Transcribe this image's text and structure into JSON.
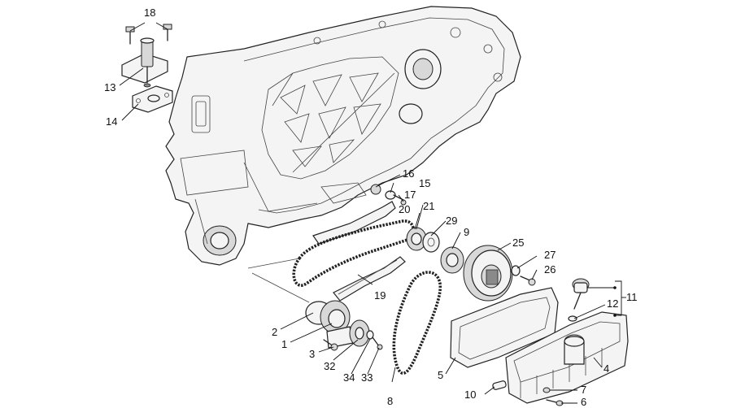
{
  "diagram": {
    "callouts": {
      "c1": "1",
      "c2": "2",
      "c3": "3",
      "c4": "4",
      "c5": "5",
      "c6": "6",
      "c7": "7",
      "c8": "8",
      "c9": "9",
      "c10": "10",
      "c11": "11",
      "c12": "12",
      "c13": "13",
      "c14": "14",
      "c15": "15",
      "c16": "16",
      "c17": "17",
      "c18": "18",
      "c19": "19",
      "c20": "20",
      "c21": "21",
      "c25": "25",
      "c26": "26",
      "c27": "27",
      "c29": "29",
      "c32": "32",
      "c33": "33",
      "c34": "34"
    }
  }
}
